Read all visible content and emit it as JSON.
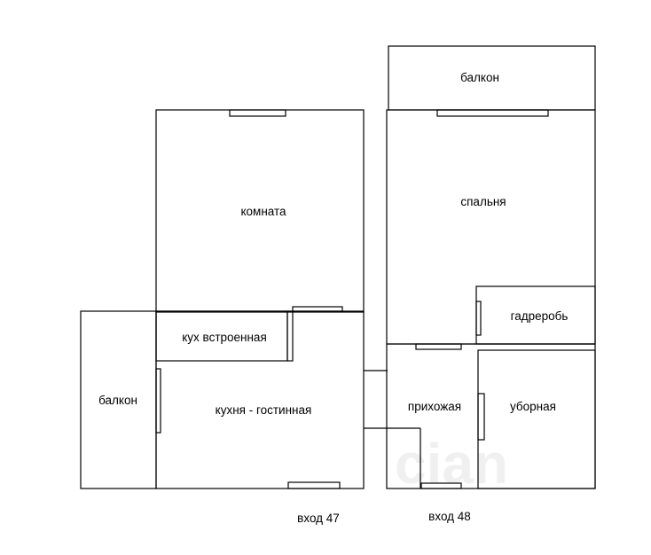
{
  "labels": {
    "balcony_top": "балкон",
    "room": "комната",
    "bedroom": "спальня",
    "wardrobe": "гадреробь",
    "kitchen_built_in": "кух встроенная",
    "balcony_left": "балкон",
    "kitchen_living": "кухня - гостинная",
    "hallway": "прихожая",
    "bathroom": "уборная",
    "entrance_47": "вход 47",
    "entrance_48": "вход 48"
  },
  "watermark": "cian"
}
